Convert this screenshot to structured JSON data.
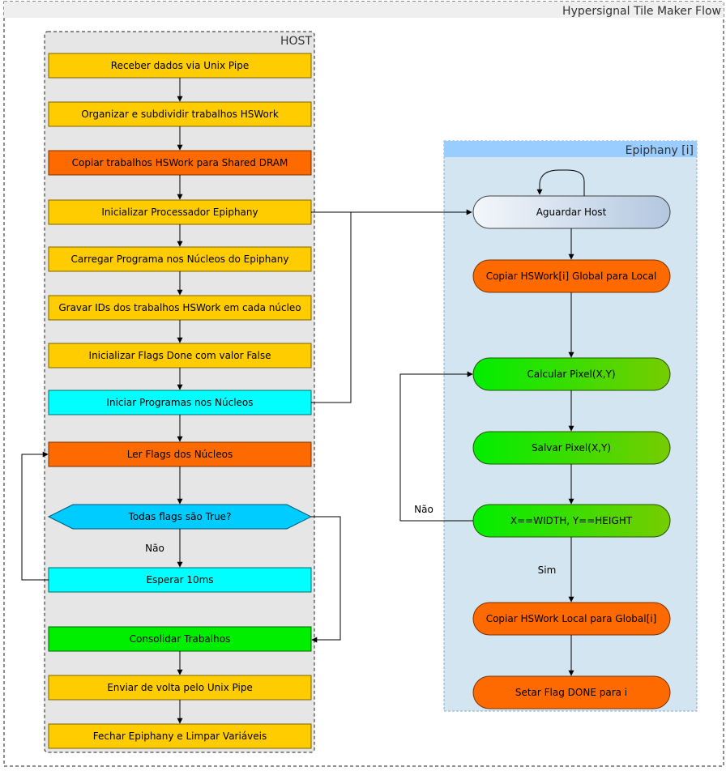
{
  "diagram": {
    "title": "Hypersignal Tile Maker Flow",
    "colors": {
      "yellow": "#ffcc00",
      "orange": "#ff6a00",
      "cyan": "#00ffff",
      "green": "#00ee00",
      "green_gradient_end": "#77cc00",
      "host_bg": "#e6e6e6",
      "epiphany_bg": "#d4e5f2",
      "epiphany_header": "#99ccff"
    },
    "host": {
      "label": "HOST",
      "steps": [
        "Receber dados via Unix Pipe",
        "Organizar e subdividir trabalhos HSWork",
        "Copiar trabalhos HSWork para Shared DRAM",
        "Inicializar Processador Epiphany",
        "Carregar Programa nos Núcleos do Epiphany",
        "Gravar IDs dos trabalhos HSWork em cada núcleo",
        "Inicializar Flags Done com valor False",
        "Iniciar Programas nos Núcleos",
        "Ler Flags dos Núcleos",
        "Todas flags são True?",
        "Esperar 10ms",
        "Consolidar Trabalhos",
        "Enviar de volta pelo Unix Pipe",
        "Fechar Epiphany e Limpar Variáveis"
      ],
      "no_label": "Não"
    },
    "epiphany": {
      "label": "Epiphany [i]",
      "steps": [
        "Aguardar Host",
        "Copiar HSWork[i] Global para Local",
        "Calcular Pixel(X,Y)",
        "Salvar Pixel(X,Y)",
        "X==WIDTH, Y==HEIGHT",
        "Copiar HSWork Local para Global[i]",
        "Setar Flag DONE para i"
      ],
      "no_label": "Não",
      "yes_label": "Sim"
    }
  }
}
